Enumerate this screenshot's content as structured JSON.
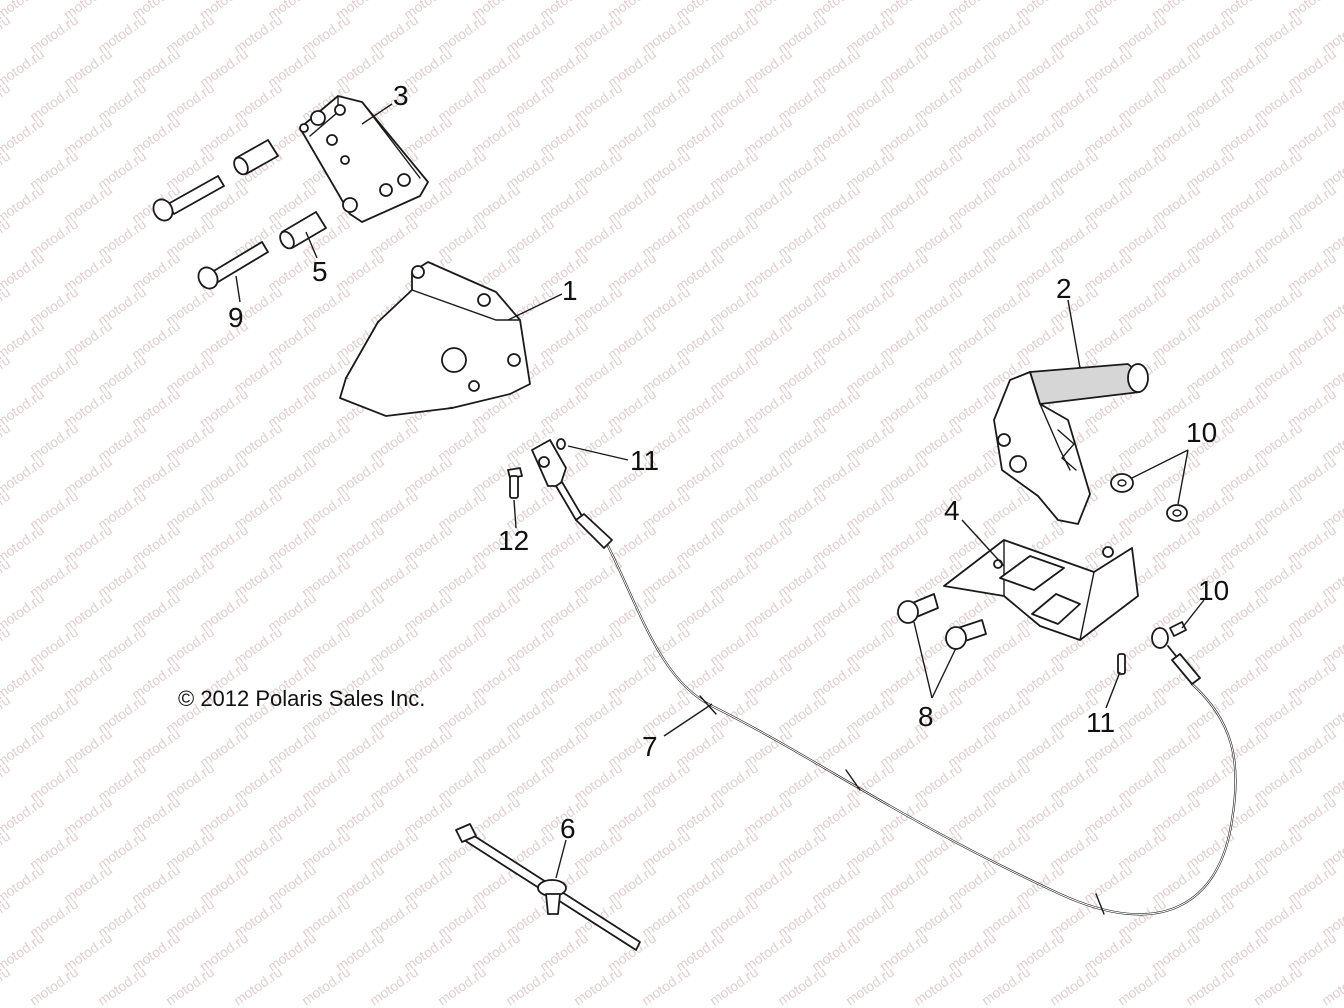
{
  "watermark": {
    "text": "motod.ru",
    "color": "#c9a7a7"
  },
  "copyright": "© 2012 Polaris Sales Inc.",
  "callouts": [
    {
      "id": "bracket-1",
      "label": "1"
    },
    {
      "id": "handle-lever-2",
      "label": "2"
    },
    {
      "id": "bracket-plate-3",
      "label": "3"
    },
    {
      "id": "mount-bracket-4",
      "label": "4"
    },
    {
      "id": "bushing-5",
      "label": "5"
    },
    {
      "id": "cable-tie-6",
      "label": "6"
    },
    {
      "id": "brake-cable-7",
      "label": "7"
    },
    {
      "id": "bolt-8",
      "label": "8"
    },
    {
      "id": "bolt-9",
      "label": "9"
    },
    {
      "id": "nut-10-upper",
      "label": "10"
    },
    {
      "id": "clip-10-lower",
      "label": "10"
    },
    {
      "id": "clip-11-upper",
      "label": "11"
    },
    {
      "id": "pin-11-lower",
      "label": "11"
    },
    {
      "id": "pin-12",
      "label": "12"
    }
  ]
}
